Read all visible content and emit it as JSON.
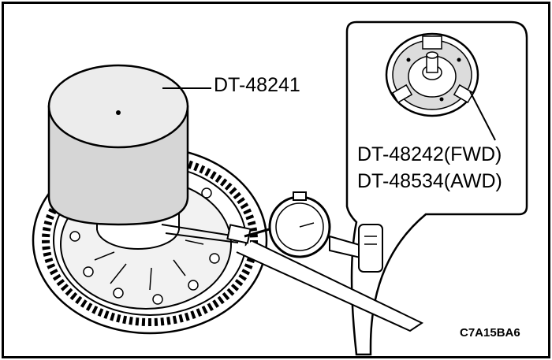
{
  "labels": {
    "tool_main": "DT-48241",
    "tool_fwd": "DT-48242(FWD)",
    "tool_awd": "DT-48534(AWD)",
    "figure_code": "C7A15BA6"
  }
}
